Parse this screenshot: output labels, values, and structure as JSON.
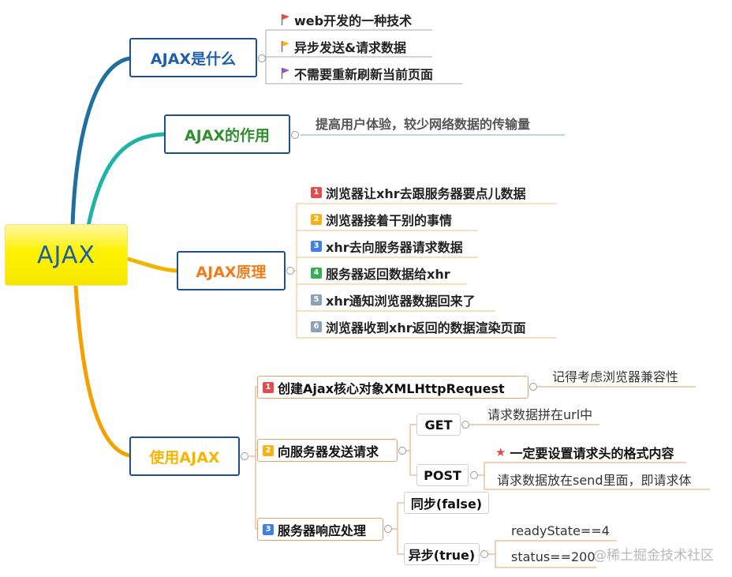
{
  "root": {
    "label": "AJAX"
  },
  "branches": {
    "what": {
      "label": "AJAX是什么",
      "color": "#1f5fa8",
      "items": [
        {
          "text": "web开发的一种技术",
          "flag_color": "#e74c3c"
        },
        {
          "text": "异步发送&请求数据",
          "flag_color": "#f5b316"
        },
        {
          "text": "不需要重新刷新当前页面",
          "flag_color": "#9b4fd1"
        }
      ]
    },
    "role": {
      "label": "AJAX的作用",
      "color": "#2f8f2f",
      "note": "提高用户体验，较少网络数据的传输量"
    },
    "principle": {
      "label": "AJAX原理",
      "color": "#f07d1a",
      "steps": [
        {
          "num": "1",
          "text": "浏览器让xhr去跟服务器要点儿数据",
          "color": "#e34c4c"
        },
        {
          "num": "2",
          "text": "浏览器接着干别的事情",
          "color": "#f5b316"
        },
        {
          "num": "3",
          "text": "xhr去向服务器请求数据",
          "color": "#3f7fe0"
        },
        {
          "num": "4",
          "text": "服务器返回数据给xhr",
          "color": "#2fb24f"
        },
        {
          "num": "5",
          "text": "xhr通知浏览器数据回来了",
          "color": "#8aa2b8"
        },
        {
          "num": "6",
          "text": "浏览器收到xhr返回的数据渲染页面",
          "color": "#8aa2b8"
        }
      ]
    },
    "use": {
      "label": "使用AJAX",
      "color": "#f7b500",
      "steps": [
        {
          "num": "1",
          "text": "创建Ajax核心对象XMLHttpRequest",
          "color": "#e34c4c",
          "note": "记得考虑浏览器兼容性"
        },
        {
          "num": "2",
          "text": "向服务器发送请求",
          "color": "#f5b316",
          "get": {
            "label": "GET",
            "note": "请求数据拼在url中"
          },
          "post": {
            "label": "POST",
            "star_note": "一定要设置请求头的格式内容",
            "note": "请求数据放在send里面，即请求体"
          }
        },
        {
          "num": "3",
          "text": "服务器响应处理",
          "color": "#3f7fe0",
          "sync": {
            "label": "同步(false)"
          },
          "async": {
            "label": "异步(true)",
            "lines": [
              "readyState==4",
              "status==200"
            ]
          }
        }
      ]
    }
  },
  "watermark": "@稀土掘金技术社区"
}
